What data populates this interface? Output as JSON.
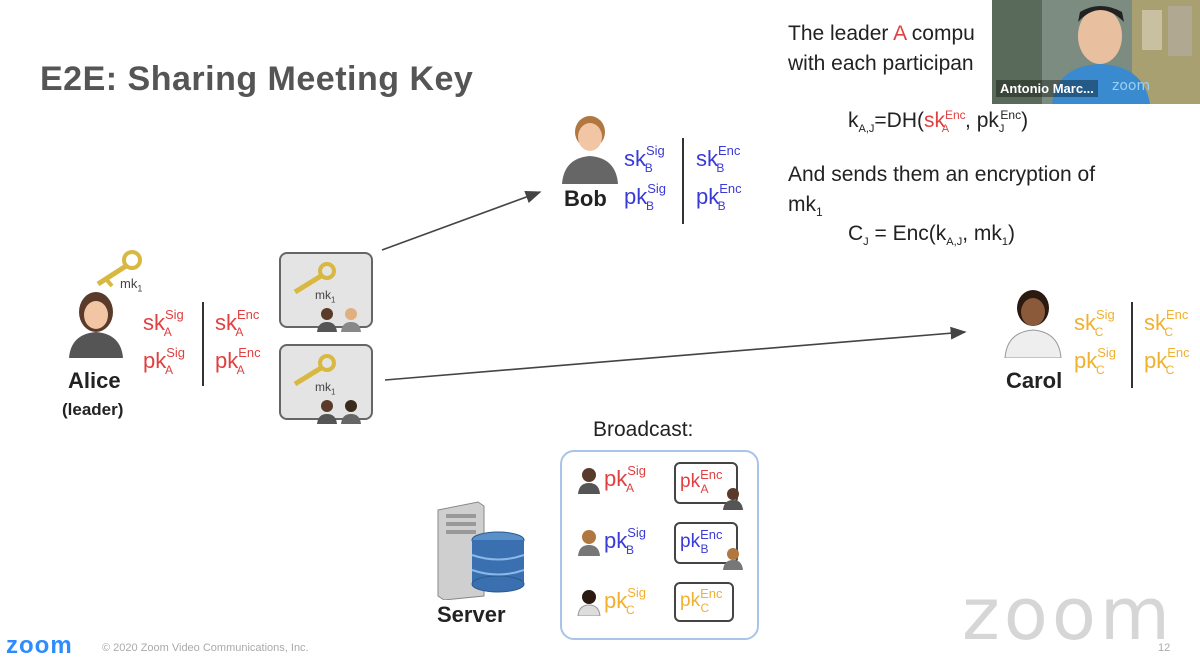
{
  "slide": {
    "title": "E2E: Sharing Meeting Key",
    "alice_name": "Alice",
    "alice_role": "(leader)",
    "bob_name": "Bob",
    "carol_name": "Carol",
    "server_name": "Server",
    "mk_label": "mk",
    "mk_sub": "1",
    "broadcast_label": "Broadcast:"
  },
  "keys": {
    "sk": "sk",
    "pk": "pk",
    "sig": "Sig",
    "enc": "Enc",
    "A": "A",
    "B": "B",
    "C": "C"
  },
  "explanation": {
    "line1_pre": "The leader ",
    "line1_A": "A",
    "line1_post": " compu",
    "line2": "with each participan",
    "formula1_k": "k",
    "formula1_sub": "A,J",
    "formula1_eq": "=DH(",
    "formula1_sk": "sk",
    "formula1_skenc": "Enc",
    "formula1_sksub": "A",
    "formula1_comma": ", pk",
    "formula1_pksub": "J",
    "formula1_pkenc": "Enc",
    "formula1_close": ")",
    "line3": "And sends them an encryption of",
    "line4": "mk",
    "line4_sub": "1",
    "formula2_c": "C",
    "formula2_csub": "J",
    "formula2_eq": " = Enc(k",
    "formula2_ksub": "A,J",
    "formula2_mk": ", mk",
    "formula2_mksub": "1",
    "formula2_close": ")"
  },
  "video": {
    "participant_name": "Antonio Marc..."
  },
  "footer": {
    "logo": "zoom",
    "copyright": "© 2020 Zoom Video Communications, Inc.",
    "page_number": "12",
    "watermark": "zoom"
  },
  "colors": {
    "alice": "#e04040",
    "bob": "#3a3ad6",
    "carol": "#f0b030",
    "title": "#555555",
    "zoom_blue": "#2d8cff"
  }
}
